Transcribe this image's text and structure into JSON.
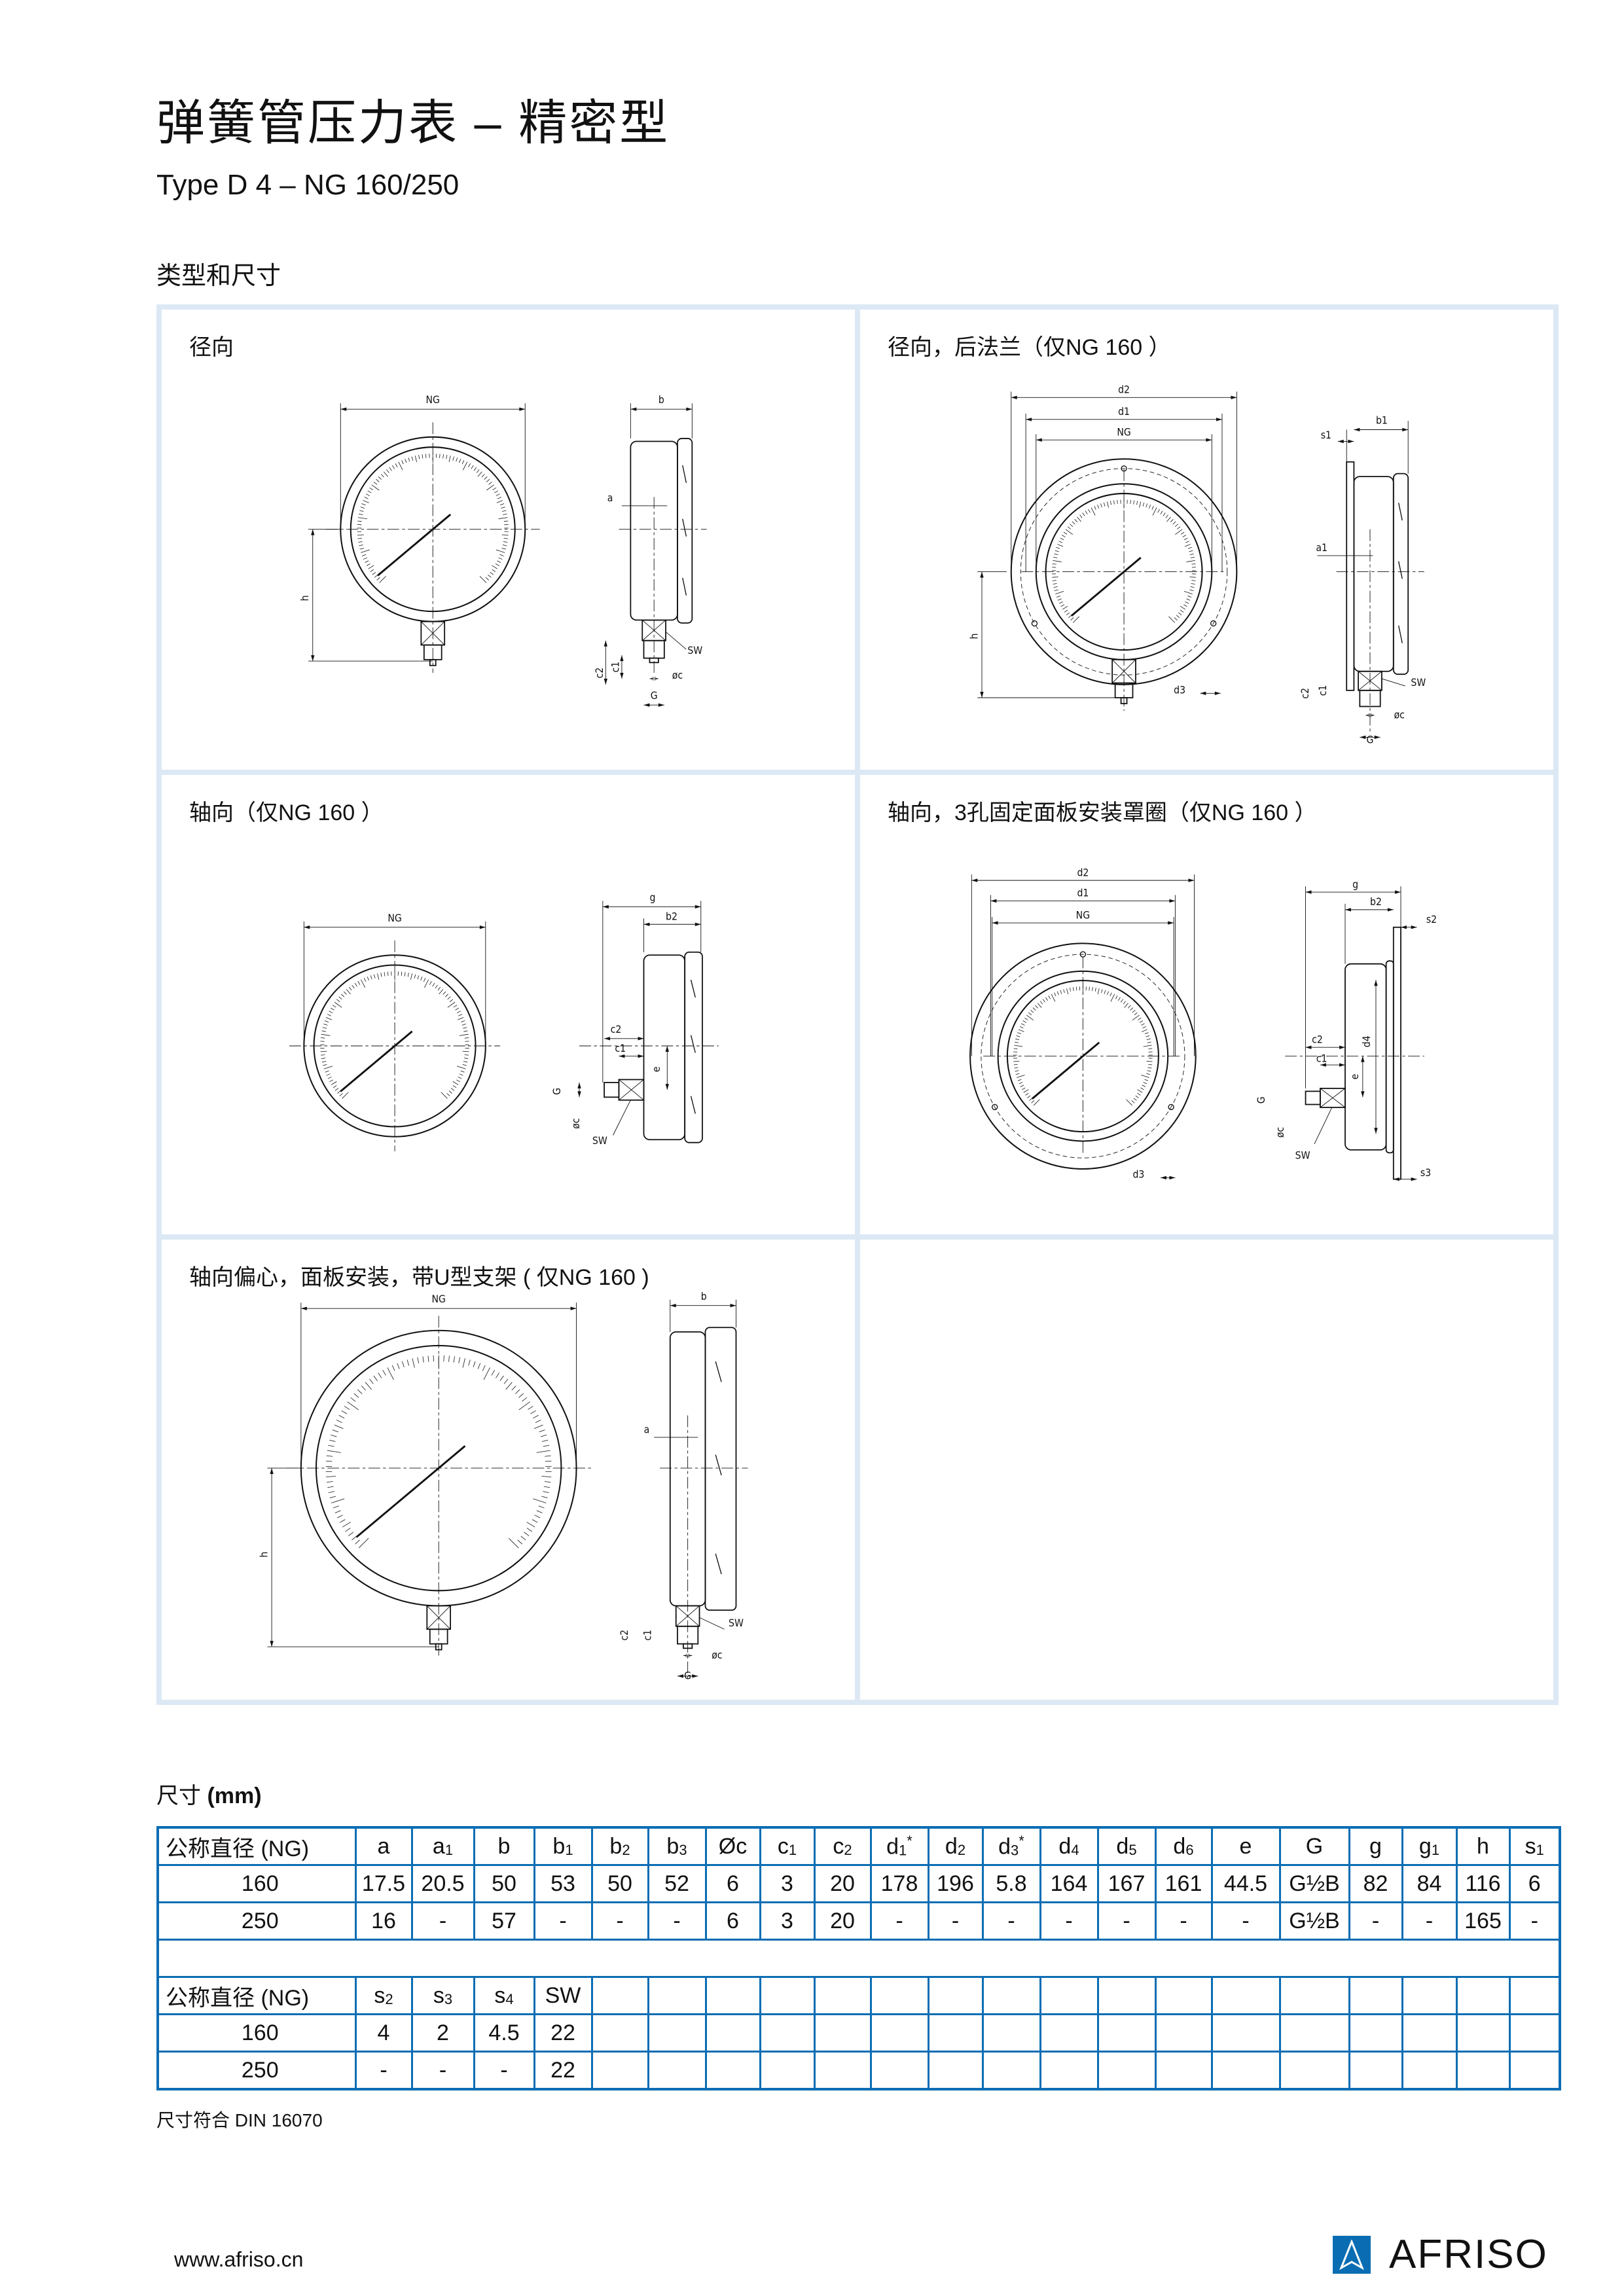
{
  "header": {
    "title": "弹簧管压力表 – 精密型",
    "subtitle": "Type D 4 – NG 160/250",
    "section": "类型和尺寸"
  },
  "panels": [
    {
      "title": "径向",
      "labels": {
        "ng": "NG",
        "h": "h",
        "b": "b",
        "a": "a",
        "sw": "SW",
        "c2": "c2",
        "c1": "c1",
        "oc": "øc",
        "g": "G"
      }
    },
    {
      "title": "径向，后法兰（仅NG 160 ）",
      "labels": {
        "d2": "d2",
        "d1": "d1",
        "ng": "NG",
        "h": "h",
        "d3": "d3",
        "s1": "s1",
        "b1": "b1",
        "a1": "a1",
        "sw": "SW",
        "c2": "c2",
        "c1": "c1",
        "oc": "øc",
        "g": "G"
      }
    },
    {
      "title": "轴向（仅NG 160 ）",
      "labels": {
        "ng": "NG",
        "gg": "g",
        "b2": "b2",
        "c2": "c2",
        "c1": "c1",
        "e": "e",
        "g": "G",
        "oc": "øc",
        "sw": "SW"
      }
    },
    {
      "title": "轴向，3孔固定面板安装罩圈（仅NG 160 ）",
      "labels": {
        "d2": "d2",
        "d1": "d1",
        "ng": "NG",
        "d3": "d3",
        "gg": "g",
        "b2": "b2",
        "s2": "s2",
        "c2": "c2",
        "c1": "c1",
        "d4": "d4",
        "e": "e",
        "g": "G",
        "oc": "øc",
        "sw": "SW",
        "s3": "s3"
      }
    },
    {
      "title": "轴向偏心，面板安装，带U型支架 ( 仅NG 160 )",
      "labels": {
        "ng": "NG",
        "h": "h",
        "b": "b",
        "a": "a",
        "sw": "SW",
        "c2": "c2",
        "c1": "c1",
        "oc": "øc",
        "g": "G"
      }
    },
    {
      "title": ""
    }
  ],
  "dimensions": {
    "label": "尺寸",
    "unit": "(mm)",
    "table1": {
      "header": [
        {
          "t": "公称直径 (NG)"
        },
        {
          "t": "a"
        },
        {
          "t": "a",
          "s": "1"
        },
        {
          "t": "b"
        },
        {
          "t": "b",
          "s": "1"
        },
        {
          "t": "b",
          "s": "2"
        },
        {
          "t": "b",
          "s": "3"
        },
        {
          "t": "Øc"
        },
        {
          "t": "c",
          "s": "1"
        },
        {
          "t": "c",
          "s": "2"
        },
        {
          "t": "d",
          "s": "1",
          "p": "*"
        },
        {
          "t": "d",
          "s": "2"
        },
        {
          "t": "d",
          "s": "3",
          "p": "*"
        },
        {
          "t": "d",
          "s": "4"
        },
        {
          "t": "d",
          "s": "5"
        },
        {
          "t": "d",
          "s": "6"
        },
        {
          "t": "e"
        },
        {
          "t": "G"
        },
        {
          "t": "g"
        },
        {
          "t": "g",
          "s": "1"
        },
        {
          "t": "h"
        },
        {
          "t": "s",
          "s": "1"
        }
      ],
      "rows": [
        [
          "160",
          "17.5",
          "20.5",
          "50",
          "53",
          "50",
          "52",
          "6",
          "3",
          "20",
          "178",
          "196",
          "5.8",
          "164",
          "167",
          "161",
          "44.5",
          "G½B",
          "82",
          "84",
          "116",
          "6"
        ],
        [
          "250",
          "16",
          "-",
          "57",
          "-",
          "-",
          "-",
          "6",
          "3",
          "20",
          "-",
          "-",
          "-",
          "-",
          "-",
          "-",
          "-",
          "G½B",
          "-",
          "-",
          "165",
          "-"
        ]
      ]
    },
    "table2": {
      "header": [
        {
          "t": "公称直径 (NG)"
        },
        {
          "t": "s",
          "s": "2"
        },
        {
          "t": "s",
          "s": "3"
        },
        {
          "t": "s",
          "s": "4"
        },
        {
          "t": "SW"
        }
      ],
      "rows": [
        [
          "160",
          "4",
          "2",
          "4.5",
          "22"
        ],
        [
          "250",
          "-",
          "-",
          "-",
          "22"
        ]
      ]
    },
    "note": "尺寸符合 DIN 16070"
  },
  "footer": {
    "url": "www.afriso.cn",
    "brand": "AFRISO",
    "brand_color": "#0a6db3"
  }
}
